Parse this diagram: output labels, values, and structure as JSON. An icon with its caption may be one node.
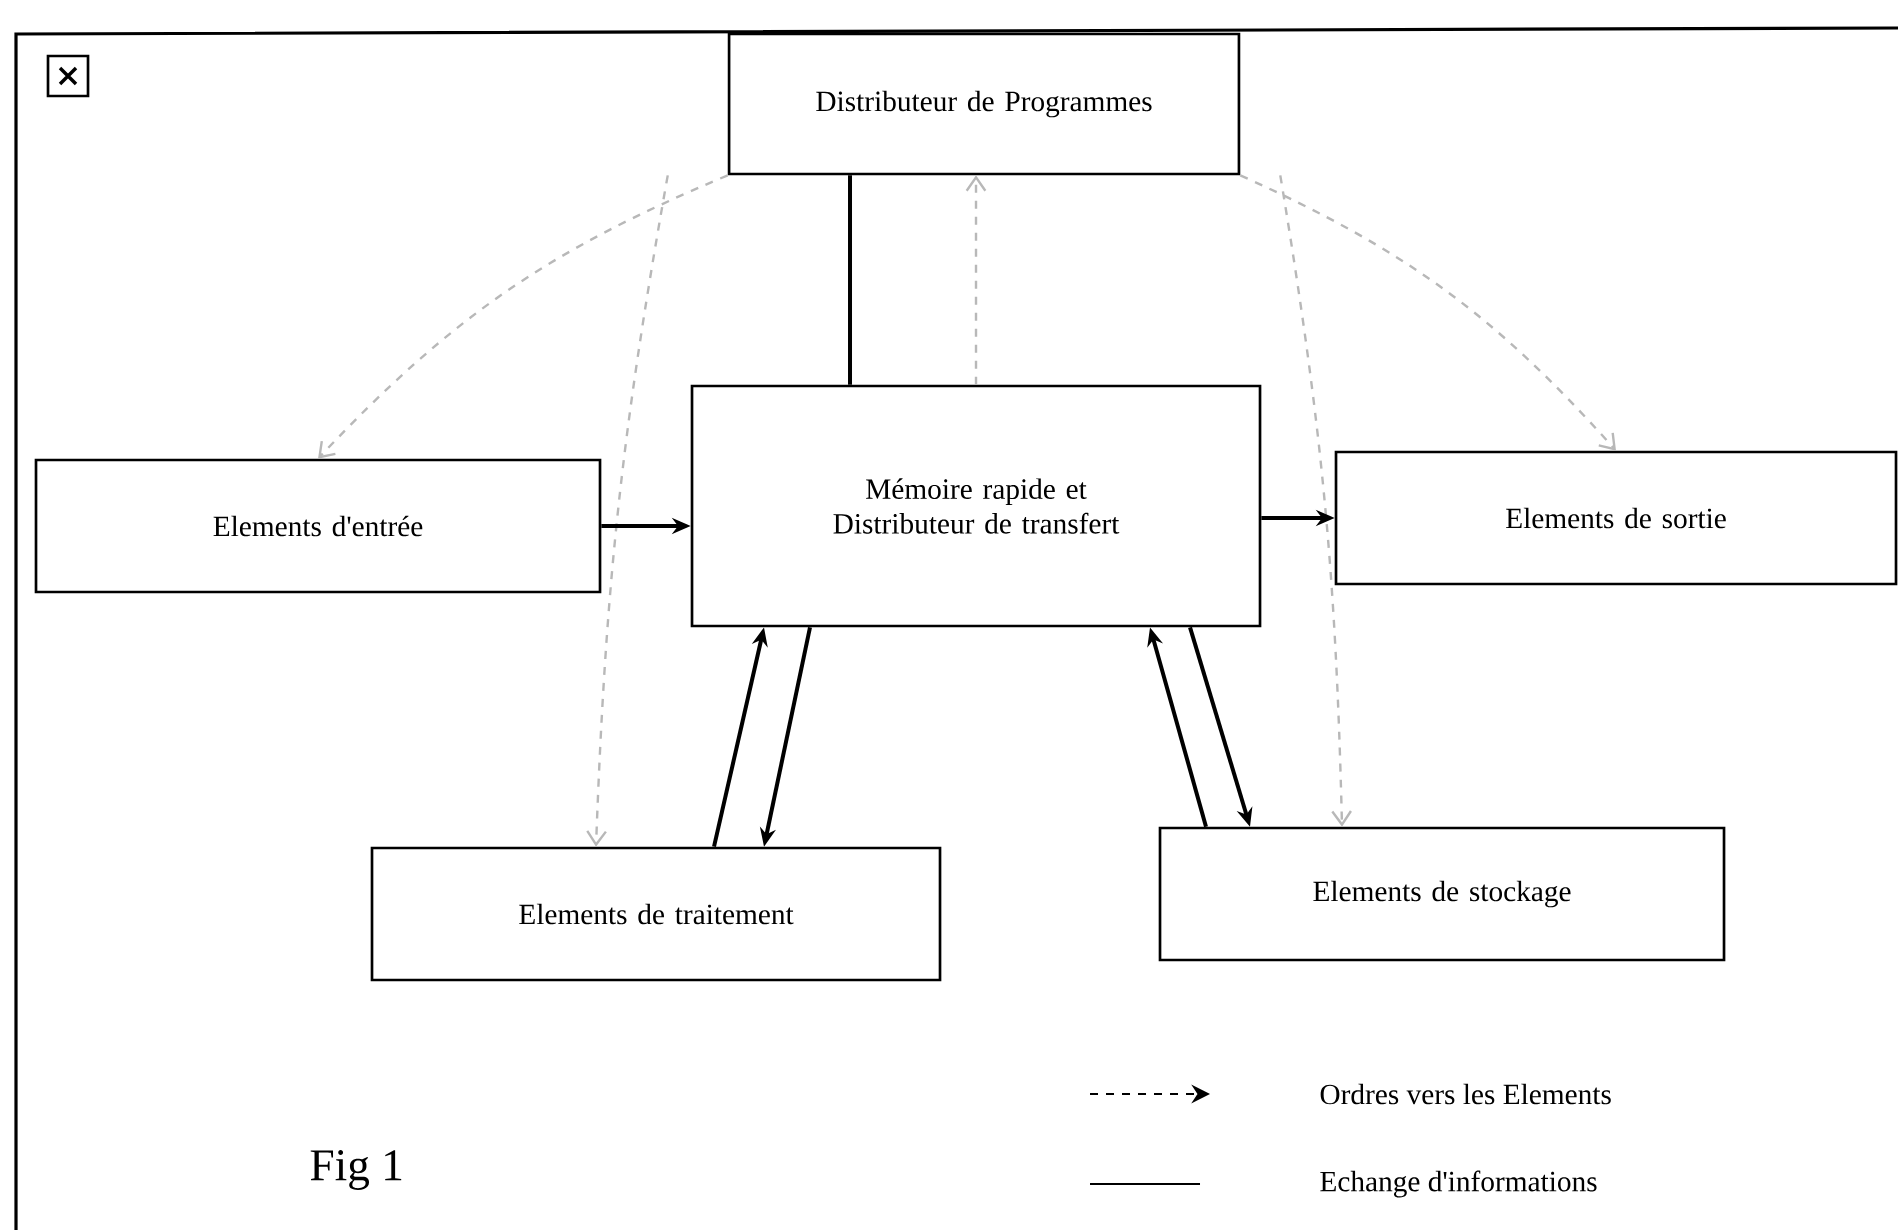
{
  "diagram": {
    "nodes": [
      {
        "text": [
          "Distributeur de Programmes"
        ]
      },
      {
        "text": [
          "Elements d'entrée"
        ]
      },
      {
        "text": [
          "Mémoire rapide et Distributeur de transfert"
        ]
      },
      {
        "text": [
          "Elements de sortie"
        ]
      },
      {
        "text": [
          "Elements de traitement"
        ]
      },
      {
        "text": [
          "Elements de stockage"
        ]
      }
    ],
    "edges": [
      {
        "from": 0,
        "to": 1,
        "arrow": "to",
        "style": "dashed",
        "color": "#b8b8b8"
      },
      {
        "from": 0,
        "to": 4,
        "arrow": "to",
        "style": "dashed",
        "color": "#b8b8b8"
      },
      {
        "from": 0,
        "to": 3,
        "arrow": "to",
        "style": "dashed",
        "color": "#b8b8b8"
      },
      {
        "from": 0,
        "to": 5,
        "arrow": "to",
        "style": "dashed",
        "color": "#b8b8b8"
      },
      {
        "from": 2,
        "to": 0,
        "arrow": "to",
        "style": "dashed",
        "color": "#b8b8b8"
      },
      {
        "from": 0,
        "to": 2,
        "arrow": "none"
      },
      {
        "from": 1,
        "to": 2,
        "arrow": "to"
      },
      {
        "from": 2,
        "to": 3,
        "arrow": "to"
      },
      {
        "from": 4,
        "to": 2,
        "arrow": "to"
      },
      {
        "from": 2,
        "to": 4,
        "arrow": "to"
      },
      {
        "from": 5,
        "to": 2,
        "arrow": "to"
      },
      {
        "from": 2,
        "to": 5,
        "arrow": "to"
      }
    ],
    "labels": [
      "Fig 1"
    ],
    "legend": [
      {
        "text": "Ordres vers les Elements"
      },
      {
        "text": "Echange d'informations"
      }
    ]
  }
}
